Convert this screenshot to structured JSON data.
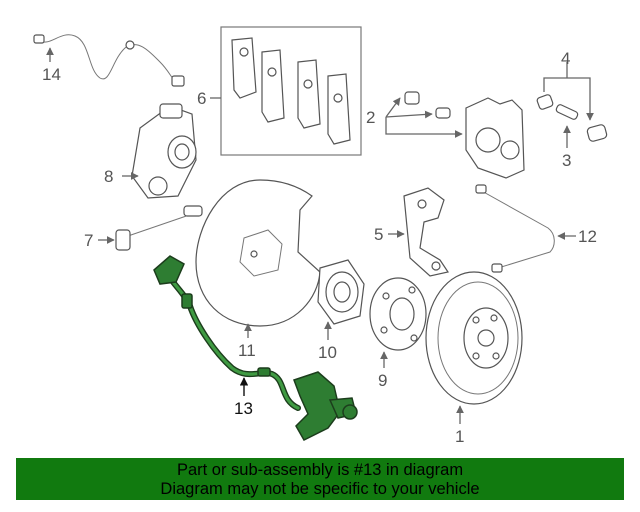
{
  "callouts": {
    "c1": "1",
    "c2": "2",
    "c3": "3",
    "c4": "4",
    "c5": "5",
    "c6": "6",
    "c7": "7",
    "c8": "8",
    "c9": "9",
    "c10": "10",
    "c11": "11",
    "c12": "12",
    "c13": "13",
    "c14": "14"
  },
  "banner": {
    "line1": "Part or sub-assembly is #13 in diagram",
    "line2": "Diagram may not be specific to your vehicle"
  },
  "colors": {
    "highlight": "#2e7d32",
    "banner_bg": "#117a0f"
  }
}
